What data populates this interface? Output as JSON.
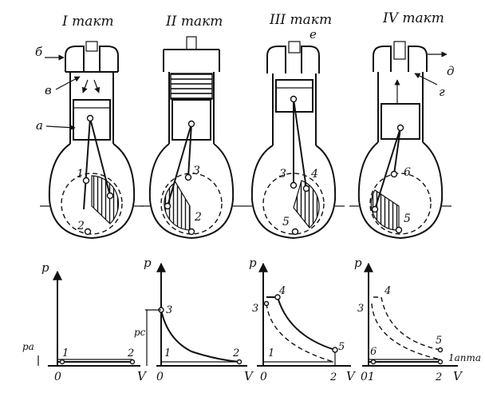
{
  "strokes": {
    "s1": "I такт",
    "s2": "II такт",
    "s3": "III такт",
    "s4": "IV такт"
  },
  "letters": {
    "b": "б",
    "v": "в",
    "a": "а",
    "e": "е",
    "d": "д",
    "g": "г"
  },
  "piston_points": {
    "s1": [
      "1",
      "2"
    ],
    "s2": [
      "3",
      "2"
    ],
    "s3": [
      "3",
      "4",
      "5"
    ],
    "s4": [
      "6",
      "5"
    ]
  },
  "pv": {
    "p_label": "p",
    "v_label": "V",
    "zero": "0",
    "zero_one": "01",
    "pa": "pa",
    "pc": "pc",
    "exhaust": "1апта",
    "d1": {
      "pts": [
        "1",
        "2"
      ]
    },
    "d2": {
      "pts": [
        "3",
        "1",
        "2"
      ]
    },
    "d3": {
      "pts": [
        "4",
        "3",
        "1",
        "5",
        "2"
      ]
    },
    "d4": {
      "pts": [
        "4",
        "3",
        "6",
        "5",
        "2"
      ]
    }
  },
  "colors": {
    "ink": "#111111",
    "paper": "#ffffff"
  }
}
